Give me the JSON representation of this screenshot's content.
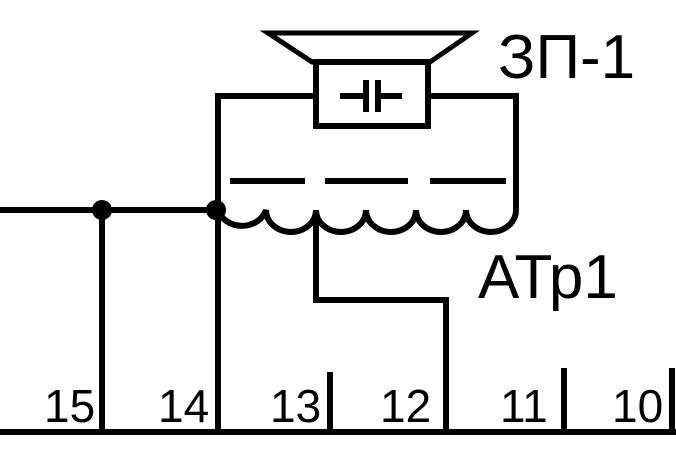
{
  "labels": {
    "speaker_label": "ЗП-1",
    "transformer_label": "АТр1"
  },
  "terminals": [
    "15",
    "14",
    "13",
    "12",
    "11",
    "10"
  ],
  "capacitor_symbol": "-||-",
  "colors": {
    "line": "#000000",
    "background": "#ffffff"
  }
}
